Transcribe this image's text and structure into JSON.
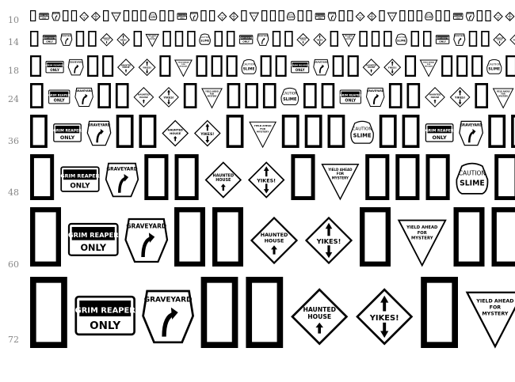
{
  "preview": {
    "sizes": [
      "10",
      "14",
      "18",
      "24",
      "36",
      "48",
      "60",
      "72"
    ],
    "glyph_sequence": [
      "notdef-box",
      "grim-reaper-only-sign",
      "graveyard-sign",
      "notdef-box",
      "notdef-box",
      "haunted-house-sign",
      "yikes-sign",
      "notdef-box",
      "yield-ahead-for-mystery-sign",
      "notdef-box",
      "notdef-box",
      "notdef-box",
      "caution-slime-sign",
      "notdef-box"
    ]
  },
  "signs": {
    "grim_reaper_line1": "GRIM REAPER",
    "grim_reaper_line2": "ONLY",
    "graveyard": "GRAVEYARD",
    "haunted_line1": "HAUNTED",
    "haunted_line2": "HOUSE",
    "yikes": "YIKES!",
    "yield_line1": "YIELD AHEAD",
    "yield_line2": "FOR",
    "yield_line3": "MYSTERY",
    "caution_line1": "CAUTION",
    "caution_line2": "SLIME"
  },
  "colors": {
    "ink": "#000000",
    "paper": "#ffffff",
    "label": "#888888"
  }
}
